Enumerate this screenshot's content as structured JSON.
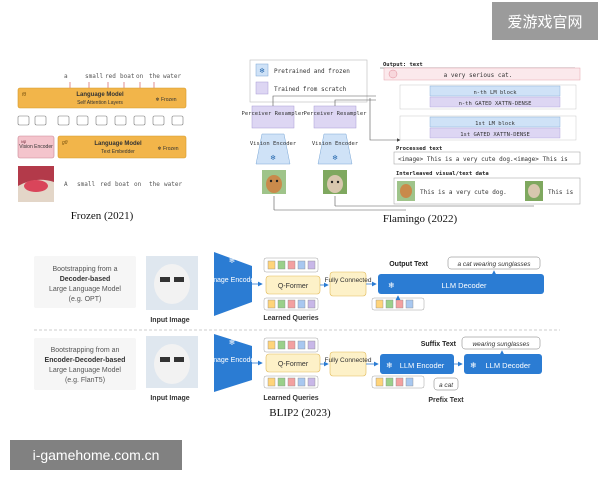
{
  "watermark_top": "爱游戏官网",
  "watermark_bottom": "i-gamehome.com.cn",
  "frozen": {
    "caption": "Frozen (2021)",
    "tokens_top": [
      "a",
      "small",
      "red",
      "boat",
      "on",
      "the",
      "water"
    ],
    "tokens_bottom": [
      "A",
      "small",
      "red",
      "boat",
      "on",
      "the",
      "water"
    ],
    "lm_top_title": "Language Model",
    "lm_top_sub": "Self Attention Layers",
    "lm_top_tag": "fθ",
    "lm_top_frozen": "❄ Frozen",
    "vision_encoder": "Vision Encoder",
    "vision_tag": "vφ",
    "lm_bottom_title": "Language Model",
    "lm_bottom_sub": "Text Embedder",
    "lm_bottom_tag": "gθ",
    "lm_bottom_frozen": "❄ Frozen"
  },
  "flamingo": {
    "caption": "Flamingo (2022)",
    "legend_frozen": "Pretrained and frozen",
    "legend_scratch": "Trained from scratch",
    "perceiver": "Perceiver Resampler",
    "vision_encoder": "Vision Encoder",
    "output_label": "Output: text",
    "output_text": "a very serious cat.",
    "nth_lm": "n-th LM block",
    "nth_gated": "n-th GATED XATTN-DENSE",
    "first_lm": "1st LM block",
    "first_gated": "1st GATED XATTN-DENSE",
    "processed_label": "Processed text",
    "processed_text": "<image> This is a very cute dog.<image> This is",
    "interleaved_label": "Interleaved visual/text data",
    "interleaved_text1": "This is a very cute dog.",
    "interleaved_text2": "This is"
  },
  "blip2": {
    "caption": "BLIP2 (2023)",
    "row1": {
      "desc_l1": "Bootstrapping from a",
      "desc_l2": "Decoder-based",
      "desc_l3": "Large Language Model",
      "desc_l4": "(e.g. OPT)",
      "input_image": "Input Image",
      "image_encoder": "Image Encoder",
      "qformer": "Q-Former",
      "learned_queries": "Learned Queries",
      "fully_connected": "Fully Connected",
      "output_label": "Output Text",
      "output_text": "a cat wearing sunglasses",
      "llm_decoder": "LLM Decoder"
    },
    "row2": {
      "desc_l1": "Bootstrapping from an",
      "desc_l2": "Encoder-Decoder-based",
      "desc_l3": "Large Language Model",
      "desc_l4": "(e.g. FlanT5)",
      "input_image": "Input Image",
      "image_encoder": "Image Encoder",
      "qformer": "Q-Former",
      "learned_queries": "Learned Queries",
      "fully_connected": "Fully Connected",
      "suffix_label": "Suffix Text",
      "suffix_text": "wearing sunglasses",
      "llm_encoder": "LLM Encoder",
      "llm_decoder": "LLM Decoder",
      "prefix_text": "a cat",
      "prefix_label": "Prefix Text"
    }
  },
  "colors": {
    "lm_orange": "#f2b54a",
    "lm_orange_light": "#fbe2a9",
    "vision_pink": "#f4c4cc",
    "flamingo_blue": "#cfe2f7",
    "flamingo_purple": "#ddd6f3",
    "blip_blue": "#2b7cd3",
    "blip_yellow": "#fdf1c8"
  },
  "icons": {
    "frozen": "snowflake-icon",
    "fire": "fire-icon"
  }
}
